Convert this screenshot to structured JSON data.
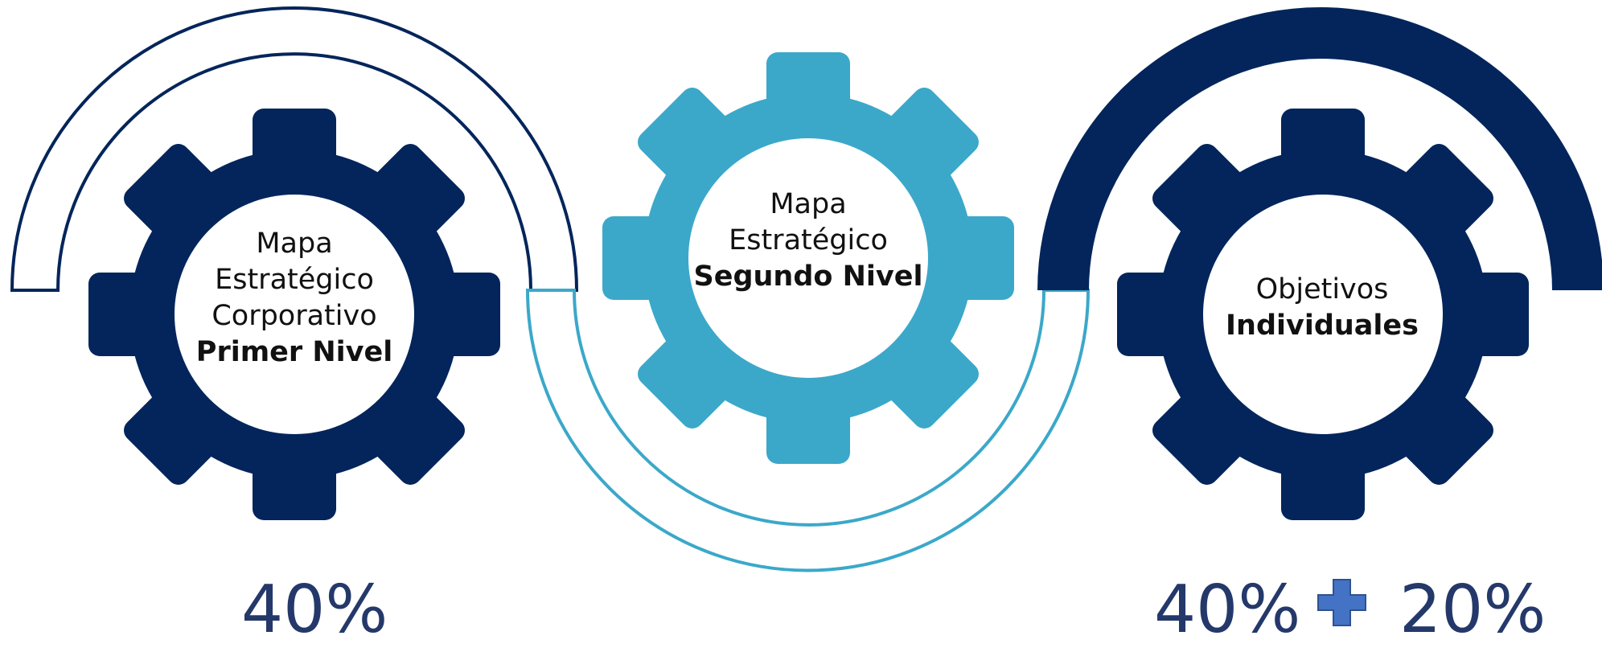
{
  "colors": {
    "dark_navy": "#03255b",
    "light_blue": "#3ba8c9",
    "percent_text": "#24386a",
    "plus": "#4472c4"
  },
  "gears": [
    {
      "color": "#03255b",
      "lines": [
        {
          "text": "Mapa",
          "bold": false
        },
        {
          "text": "Estratégico",
          "bold": false
        },
        {
          "text": "Corporativo",
          "bold": false
        },
        {
          "text": "Primer Nivel",
          "bold": true
        }
      ]
    },
    {
      "color": "#3ba8c9",
      "lines": [
        {
          "text": "Mapa",
          "bold": false
        },
        {
          "text": "Estratégico",
          "bold": false
        },
        {
          "text": "Segundo Nivel",
          "bold": true
        }
      ]
    },
    {
      "color": "#03255b",
      "lines": [
        {
          "text": "Objetivos",
          "bold": false
        },
        {
          "text": "Individuales",
          "bold": true
        }
      ]
    }
  ],
  "percentages": {
    "left": "40%",
    "right_a": "40%",
    "plus_icon": "plus-icon",
    "right_b": "20%"
  }
}
